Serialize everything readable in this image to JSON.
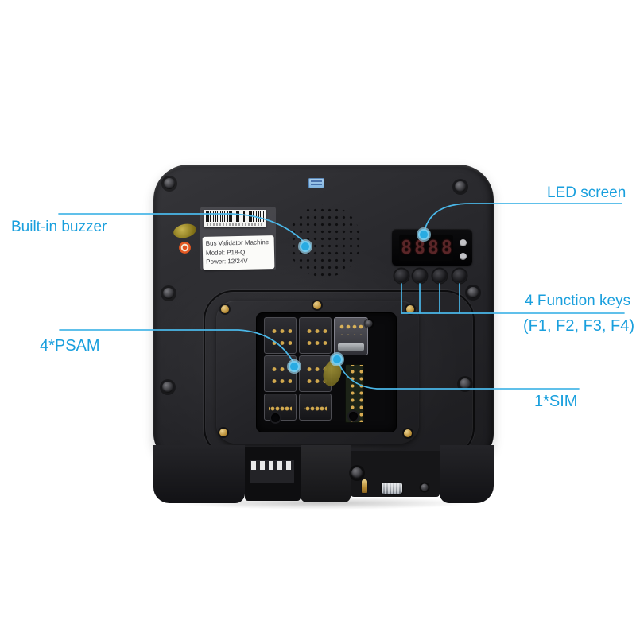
{
  "callouts": {
    "buzzer": {
      "label": "Built-in buzzer"
    },
    "led_screen": {
      "label": "LED screen"
    },
    "function_keys": {
      "label": "4 Function keys",
      "sublabel": "(F1, F2, F3, F4)"
    },
    "psam": {
      "label": "4*PSAM"
    },
    "sim": {
      "label": "1*SIM"
    }
  },
  "device": {
    "info_sticker": {
      "line1": "Bus Validator Machine",
      "line2": "Model: P18-Q",
      "line3": "Power:  12/24V"
    },
    "led_display": {
      "digits": "8888"
    }
  },
  "colors": {
    "annotation_text": "#199fdd",
    "annotation_line": "#4ab7e8",
    "annotation_dot": "#29abe2",
    "background": "#ffffff",
    "device_body_dark": "#232326",
    "led_digit_red": "#5a2628",
    "gold": "#c49d4e"
  }
}
